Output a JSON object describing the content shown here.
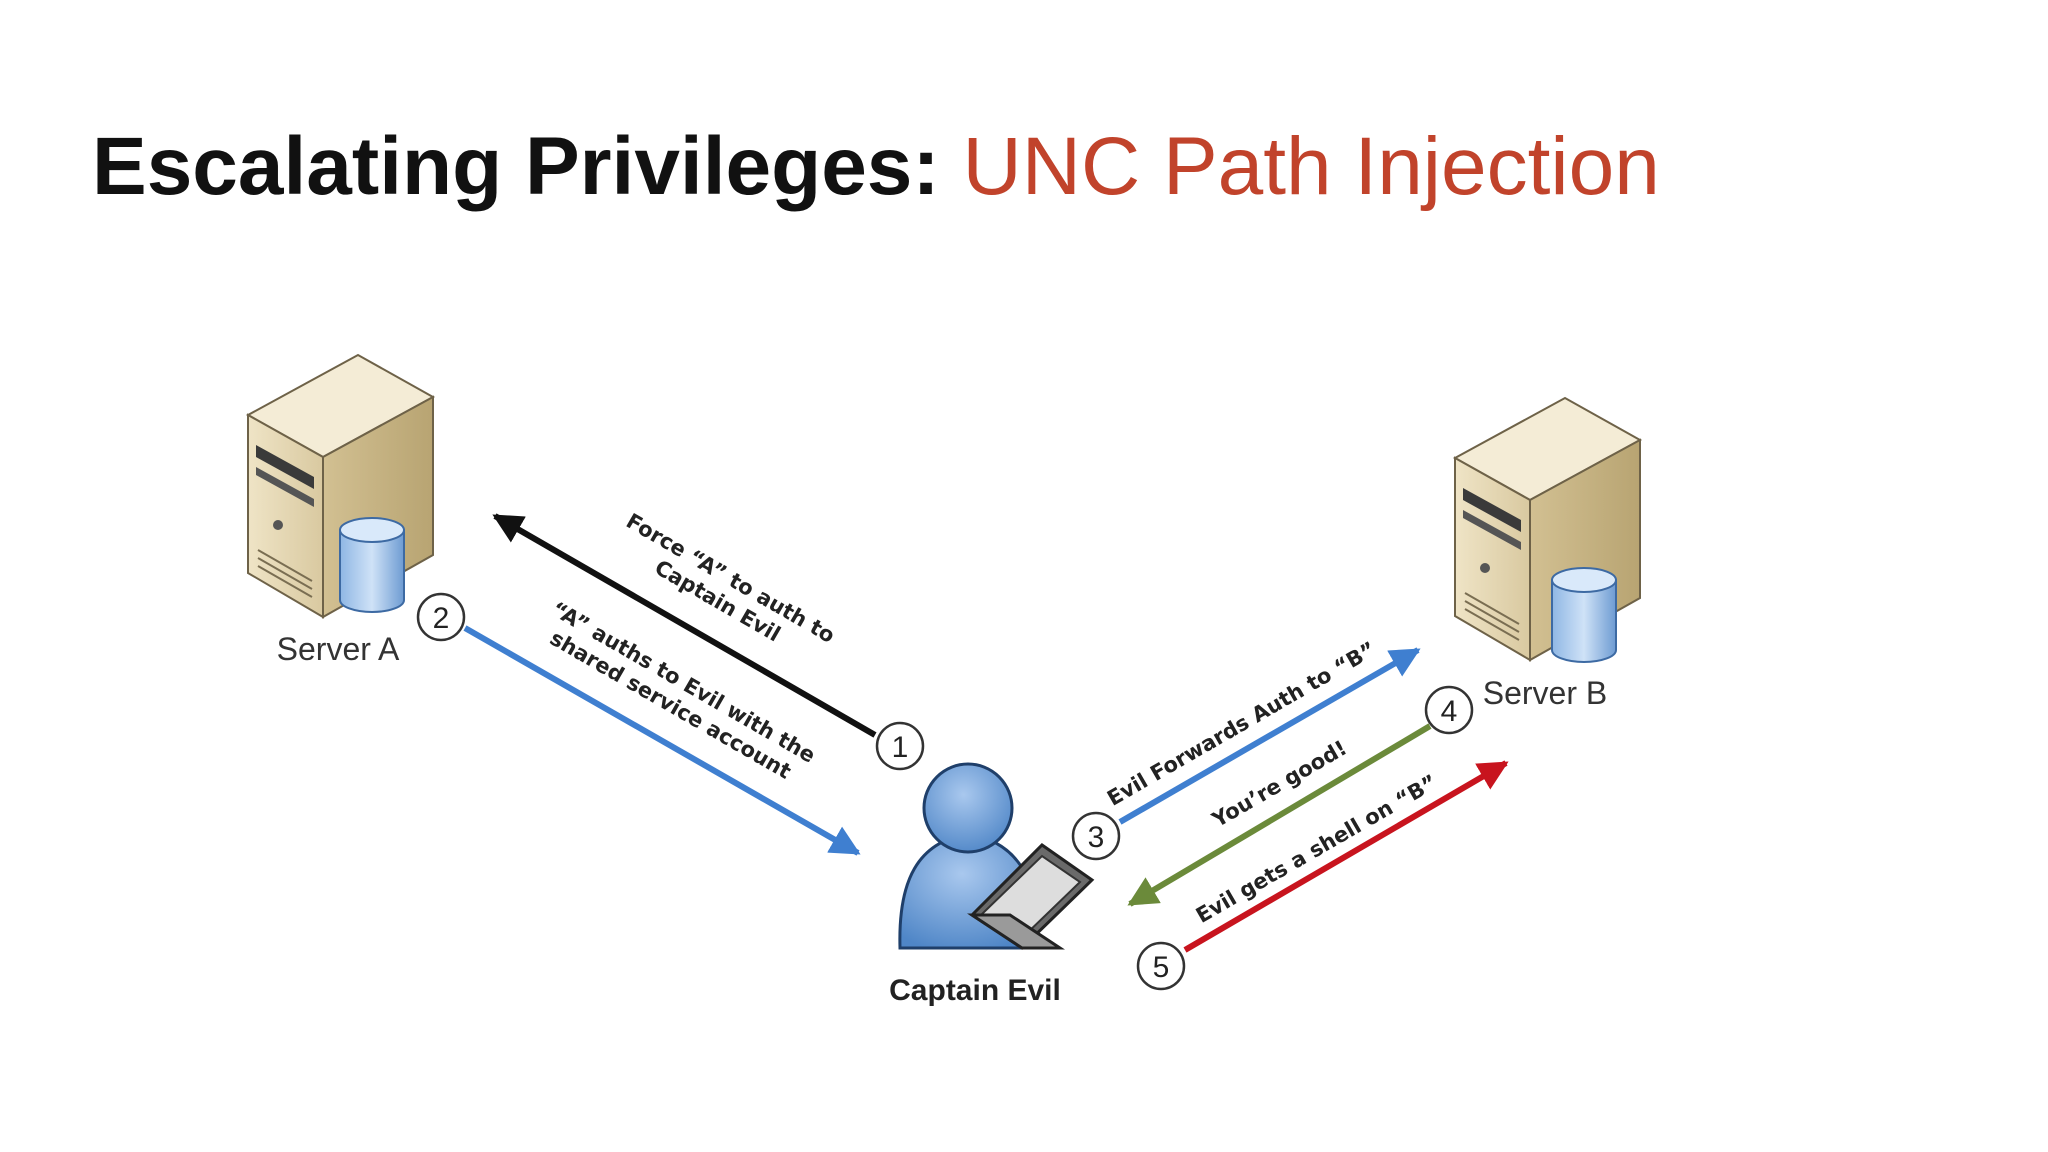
{
  "title": {
    "prefix": "Escalating Privileges:",
    "accent": "UNC Path Injection"
  },
  "colors": {
    "title_accent": "#c1432b",
    "arrow_black": "#111111",
    "arrow_blue": "#3f7fd0",
    "arrow_green": "#6b8a3a",
    "arrow_red": "#c8141e"
  },
  "nodes": {
    "server_a": {
      "label": "Server A",
      "icon": "server-icon"
    },
    "server_b": {
      "label": "Server B",
      "icon": "server-icon"
    },
    "captain_evil": {
      "label": "Captain Evil",
      "icon": "user-with-laptop-icon"
    }
  },
  "steps": [
    {
      "number": "1",
      "lines": [
        "Force “A” to auth to",
        "Captain Evil"
      ]
    },
    {
      "number": "2",
      "lines": [
        "“A” auths to Evil with the",
        "shared service account"
      ]
    },
    {
      "number": "3",
      "lines": [
        "Evil Forwards Auth to “B”"
      ]
    },
    {
      "number": "4",
      "lines": [
        "You’re good!"
      ]
    },
    {
      "number": "5",
      "lines": [
        "Evil gets a shell on “B”"
      ]
    }
  ]
}
